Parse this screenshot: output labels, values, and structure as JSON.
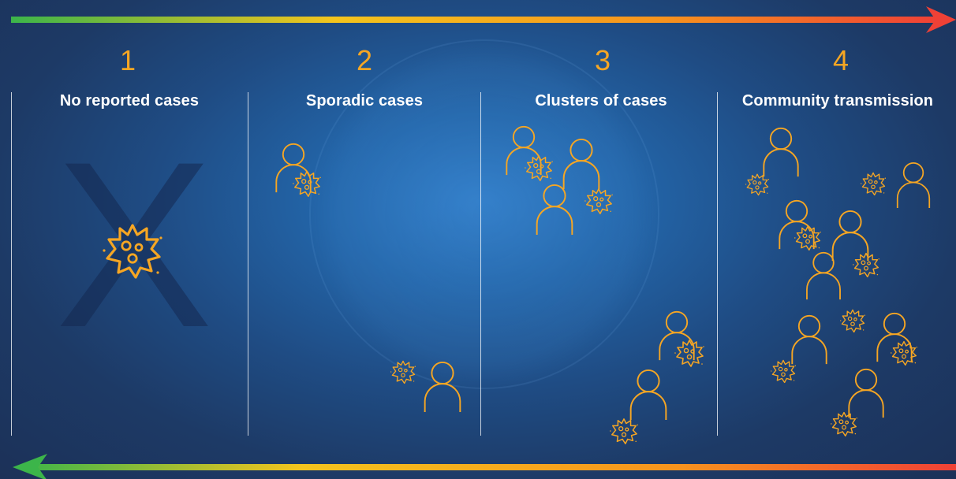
{
  "stages": [
    {
      "number": "1",
      "label": "No reported cases"
    },
    {
      "number": "2",
      "label": "Sporadic cases"
    },
    {
      "number": "3",
      "label": "Clusters of cases"
    },
    {
      "number": "4",
      "label": "Community transmission"
    }
  ],
  "big_x_glyph": "X",
  "colors": {
    "orange": "#f6a623",
    "green": "#3cb54a",
    "yellow": "#f4c41d",
    "red": "#ef4136",
    "background": "#1f4c84"
  },
  "icons": [
    "person-icon",
    "virus-icon",
    "arrow-right-icon",
    "arrow-left-icon",
    "x-mark-icon"
  ]
}
